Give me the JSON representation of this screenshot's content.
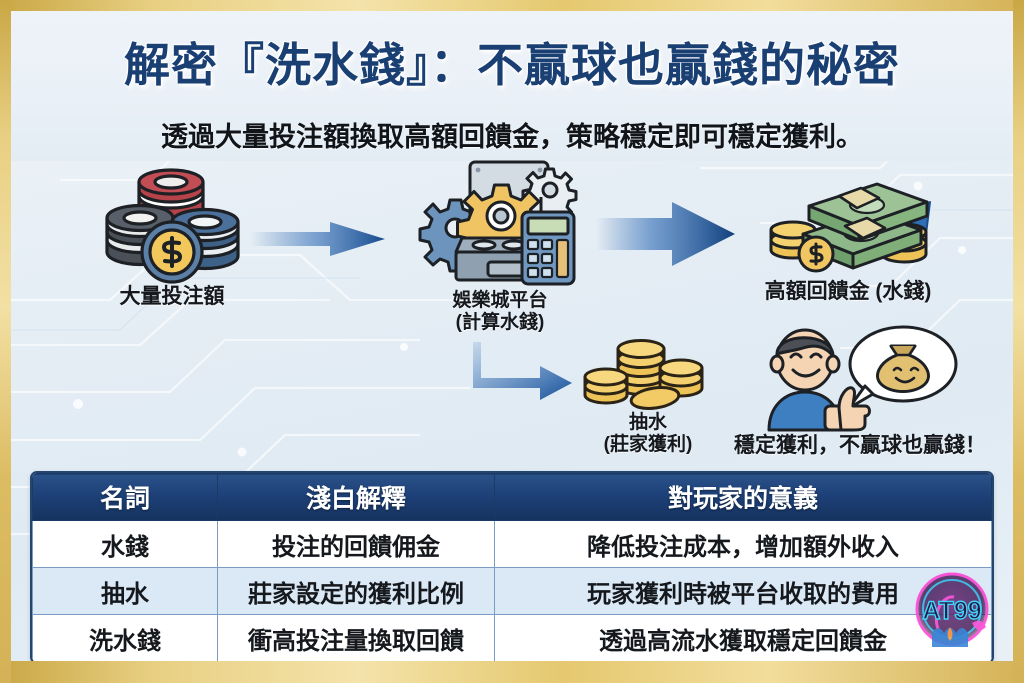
{
  "header": {
    "title": "解密『洗水錢』：不贏球也贏錢的秘密",
    "subtitle": "透過大量投注額換取高額回饋金，策略穩定即可穩定獲利。"
  },
  "flow": {
    "nodes": [
      {
        "id": "bets",
        "icon": "casino-chips-icon",
        "label": "大量投注額"
      },
      {
        "id": "platform",
        "icon": "platform-machine-icon",
        "label_line1": "娛樂城平台",
        "label_line2": "(計算水錢)"
      },
      {
        "id": "rebate",
        "icon": "cash-stack-icon",
        "label": "高額回饋金 (水錢)"
      },
      {
        "id": "rake",
        "icon": "gold-coins-icon",
        "label_line1": "抽水",
        "label_line2": "(莊家獲利)"
      },
      {
        "id": "player",
        "icon": "happy-player-icon",
        "label": "穩定獲利，不贏球也贏錢！"
      }
    ],
    "arrows": [
      {
        "id": "bets-to-platform",
        "type": "straight"
      },
      {
        "id": "platform-to-rebate",
        "type": "straight"
      },
      {
        "id": "platform-to-rake",
        "type": "elbow"
      },
      {
        "id": "rebate-return",
        "type": "curved-back"
      }
    ]
  },
  "table": {
    "headers": [
      "名詞",
      "淺白解釋",
      "對玩家的意義"
    ],
    "rows": [
      [
        "水錢",
        "投注的回饋佣金",
        "降低投注成本，增加額外收入"
      ],
      [
        "抽水",
        "莊家設定的獲利比例",
        "玩家獲利時被平台收取的費用"
      ],
      [
        "洗水錢",
        "衝高投注量換取回饋",
        "透過高流水獲取穩定回饋金"
      ]
    ]
  },
  "watermark": {
    "text": "AT99",
    "name": "at99-logo-watermark"
  },
  "colors": {
    "title": "#1a3f73",
    "table_header_bg": "#1d4078",
    "table_alt_row_bg": "#dbe8f6",
    "arrow_blue": "#1f5ca8",
    "frame_gold": "#d9b84d",
    "page_bg": "#e6eef5"
  }
}
